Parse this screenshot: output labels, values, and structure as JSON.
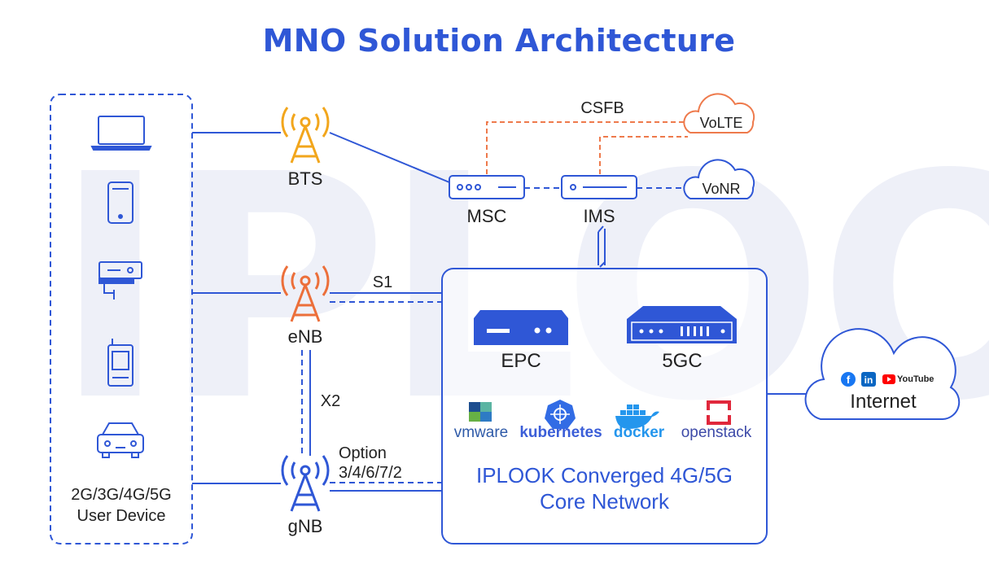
{
  "title": "MNO Solution Architecture",
  "watermark": "IPLOOK",
  "user_device": {
    "label_line1": "2G/3G/4G/5G",
    "label_line2": "User Device"
  },
  "stations": {
    "bts": "BTS",
    "enb": "eNB",
    "gnb": "gNB"
  },
  "nodes": {
    "msc": "MSC",
    "ims": "IMS",
    "epc": "EPC",
    "fivegc": "5GC"
  },
  "clouds": {
    "volte": "VoLTE",
    "vonr": "VoNR",
    "internet": "Internet",
    "youtube": "YouTube"
  },
  "links": {
    "csfb": "CSFB",
    "s1": "S1",
    "x2": "X2",
    "option_line1": "Option",
    "option_line2": "3/4/6/7/2"
  },
  "platforms": [
    "vmware",
    "kubernetes",
    "docker",
    "openstack"
  ],
  "core": {
    "line1": "IPLOOK Converged 4G/5G",
    "line2": "Core Network"
  },
  "colors": {
    "primary_blue": "#2f57d6",
    "bts_orange": "#f2a61c",
    "enb_orange": "#ec6f3a",
    "dashed_orange": "#ee7a4c",
    "watermark": "#eef0f8"
  }
}
